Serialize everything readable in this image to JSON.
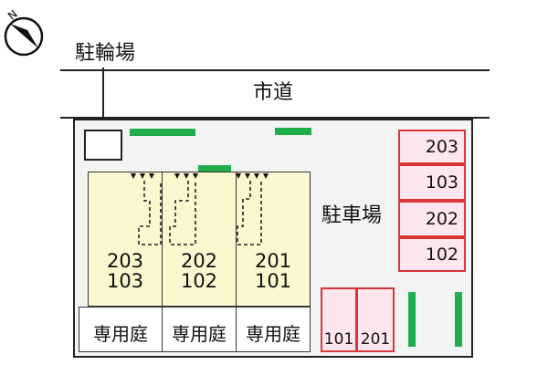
{
  "labels": {
    "bicycle_parking": "駐輪場",
    "city_road": "市道",
    "parking": "駐車場",
    "private_garden": "専用庭"
  },
  "units": [
    {
      "upper": "203",
      "lower": "103"
    },
    {
      "upper": "202",
      "lower": "102"
    },
    {
      "upper": "201",
      "lower": "101"
    }
  ],
  "parking_right": [
    "203",
    "103",
    "202",
    "102"
  ],
  "parking_bottom": [
    "101",
    "201"
  ],
  "colors": {
    "unit_fill": "#fbf7cf",
    "parking_border": "#d9343a",
    "parking_fill": "#fde6ee",
    "green_bar": "#1fae4b"
  },
  "icons": {
    "north": "north-arrow-icon"
  }
}
